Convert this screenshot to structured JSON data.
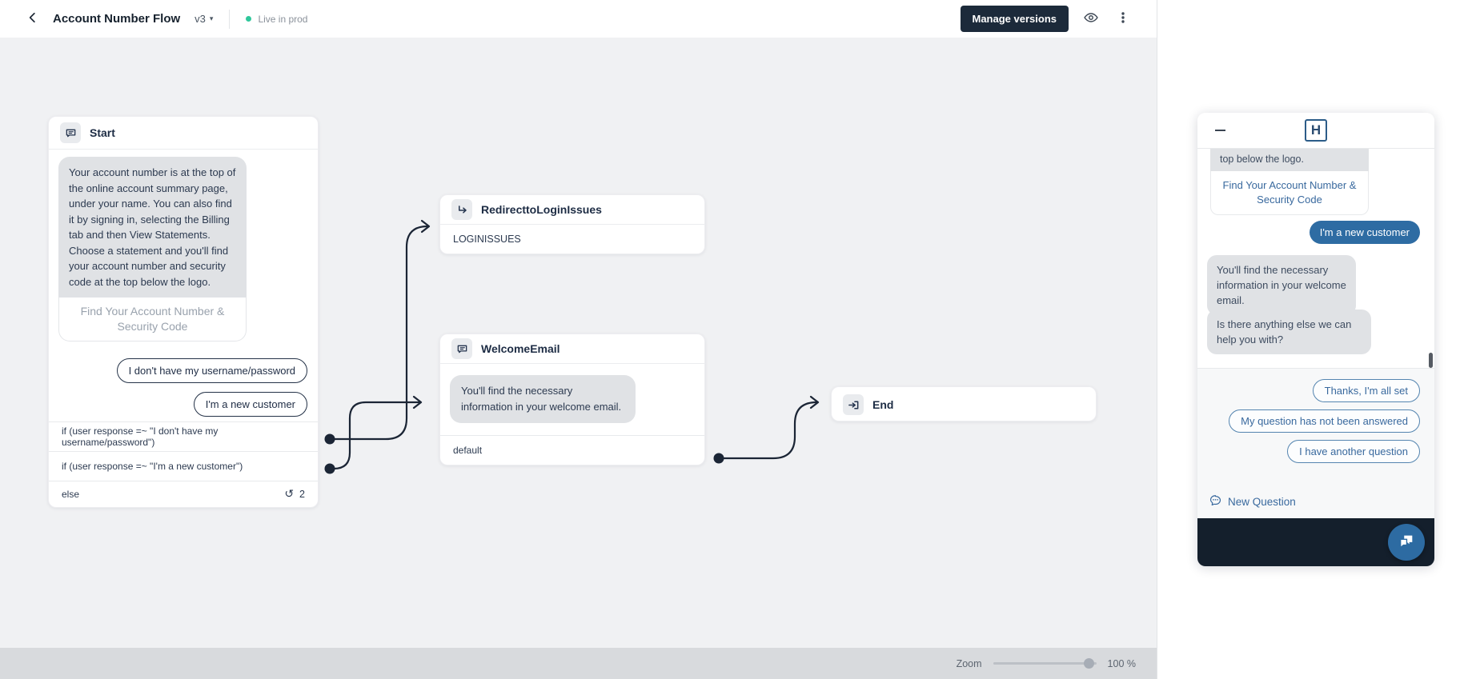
{
  "header": {
    "title": "Account Number Flow",
    "version": "v3",
    "status": "Live in prod",
    "manage_versions_label": "Manage versions"
  },
  "canvas": {
    "zoom_label": "Zoom",
    "zoom_value": "100 %"
  },
  "flow": {
    "start": {
      "title": "Start",
      "message": "Your account number is at the top of the online account summary page, under your name. You can also find it by signing in, selecting the Billing tab and then View Statements. Choose a statement and you'll find your account number and security code at the top below the logo.",
      "card_link": "Find Your Account Number & Security Code",
      "quick_replies": [
        "I don't have my username/password",
        "I'm a new customer"
      ],
      "conditions": [
        "if (user response =~ \"I don't have my username/password\")",
        "if (user response =~ \"I'm a new customer\")",
        "else"
      ],
      "else_count": "2"
    },
    "redirect": {
      "title": "RedirecttoLoginIssues",
      "target": "LOGINISSUES"
    },
    "welcome": {
      "title": "WelcomeEmail",
      "message": "You'll find the necessary information in your welcome email.",
      "branch": "default"
    },
    "end": {
      "title": "End"
    }
  },
  "widget": {
    "logo": "H",
    "scrolled_text": "top below the logo.",
    "card_link": "Find Your Account Number & Security Code",
    "user_message": "I'm a new customer",
    "bot_messages": [
      "You'll find the necessary information in your welcome email.",
      "Is there anything else we can help you with?"
    ],
    "quick_replies": [
      "Thanks, I'm all set",
      "My question has not been answered",
      "I have another question"
    ],
    "new_question": "New Question"
  },
  "icons": {
    "retry": "↺",
    "caret": "▾"
  },
  "colors": {
    "accent_blue": "#2e6ca3",
    "navy_line": "#1b2535",
    "live_green": "#2fc79b",
    "dark_button": "#1c2a3a",
    "canvas_bg": "#f0f1f3"
  }
}
